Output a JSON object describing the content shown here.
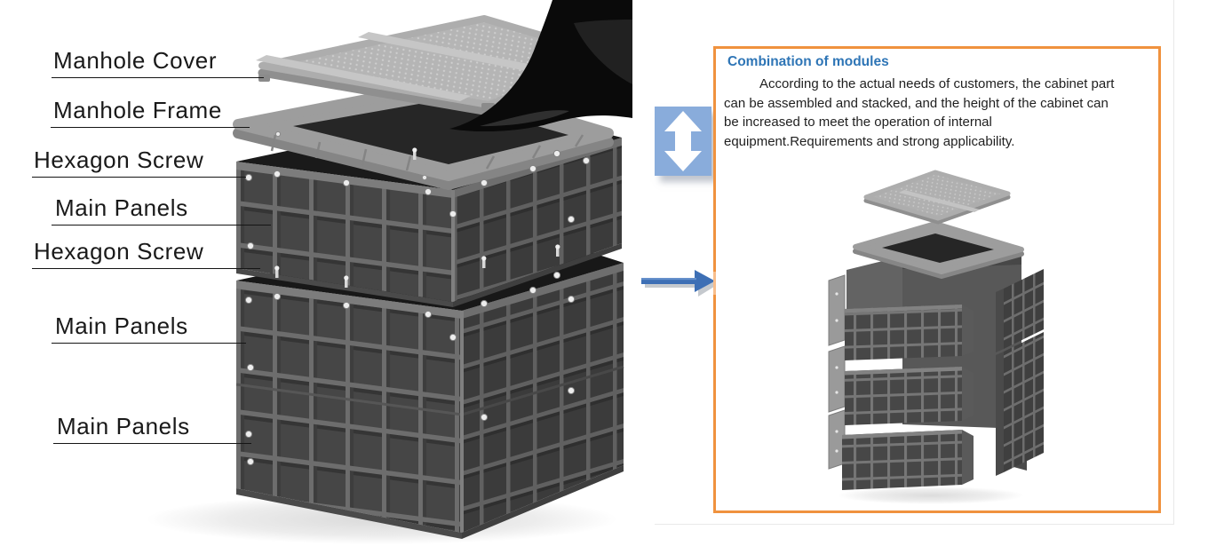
{
  "left_diagram": {
    "labels": [
      {
        "text": "Manhole Cover"
      },
      {
        "text": "Manhole Frame"
      },
      {
        "text": "Hexagon Screw"
      },
      {
        "text": "Main Panels"
      },
      {
        "text": "Hexagon Screw"
      },
      {
        "text": "Main Panels"
      },
      {
        "text": "Main Panels"
      }
    ]
  },
  "right_panel": {
    "title": "Combination of modules",
    "body": "According to the actual needs of customers, the cabinet part can be assembled and stacked, and the height of the cabinet can be increased to meet the operation of internal equipment.Requirements and strong applicability.",
    "colors": {
      "border_orange": "#F0923E",
      "title_blue": "#2E75B6",
      "body_text": "#1F1F1F",
      "icon_square_blue": "#89ACDB",
      "arrow_blue": "#3D6FB5"
    },
    "icons": [
      {
        "name": "up-down-arrow-icon"
      },
      {
        "name": "right-arrow-icon"
      }
    ]
  }
}
